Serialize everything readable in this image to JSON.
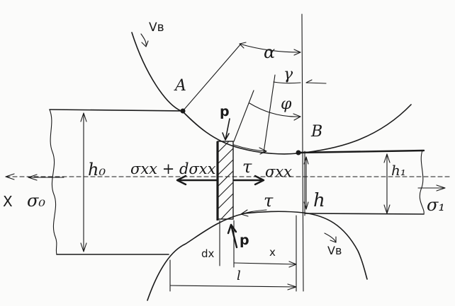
{
  "labels": {
    "roll_speed_top": "Vв",
    "roll_speed_bottom": "Vв",
    "point_a": "A",
    "point_b": "B",
    "alpha": "α",
    "gamma": "γ",
    "phi": "φ",
    "pressure_top": "p",
    "pressure_bottom": "p",
    "entry_thickness": "h₀",
    "exit_thickness": "h₁",
    "local_thickness": "h",
    "stress_left": "σxx + dσxx",
    "stress_right": "σxx",
    "shear_top": "τ",
    "shear_bottom": "τ",
    "axis_x": "X",
    "entry_stress": "σ₀",
    "exit_stress": "σ₁",
    "element_width": "dx",
    "coordinate_x": "x",
    "contact_length": "l"
  }
}
